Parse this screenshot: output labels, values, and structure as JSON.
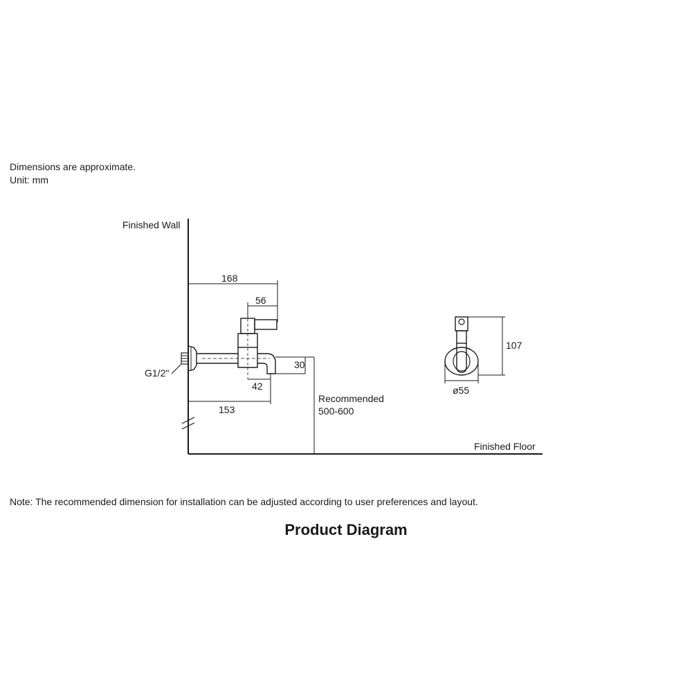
{
  "notes": {
    "line1": "Dimensions are approximate.",
    "line2": "Unit: mm",
    "bottom": "Note: The recommended dimension for installation can be adjusted according to user preferences and layout."
  },
  "title": "Product Diagram",
  "labels": {
    "finished_wall": "Finished Wall",
    "finished_floor": "Finished Floor",
    "thread": "G1/2\"",
    "recommended": "Recommended",
    "recommended_range": "500-600"
  },
  "dimensions": {
    "overall_length": "168",
    "handle_offset": "56",
    "spout_drop": "30",
    "spout_tip": "42",
    "spout_length": "153",
    "height": "107",
    "flange_diameter": "ø55"
  },
  "colors": {
    "ink": "#1a1a1a",
    "background": "#ffffff"
  }
}
